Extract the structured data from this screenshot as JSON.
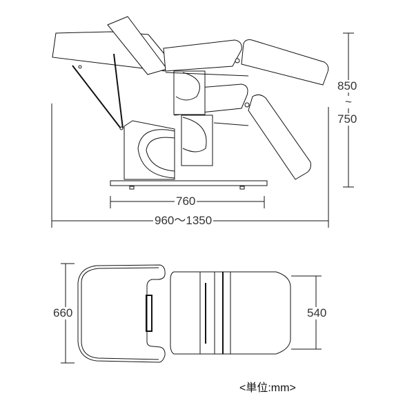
{
  "title": "Chair dimension drawing",
  "side_view": {
    "height_range": {
      "max": "850",
      "sep": "~",
      "min": "750"
    },
    "base_length": "760",
    "total_length": "960〜1350"
  },
  "top_view": {
    "head_width": "660",
    "seat_width": "540"
  },
  "unit_label": "<単位:mm>"
}
